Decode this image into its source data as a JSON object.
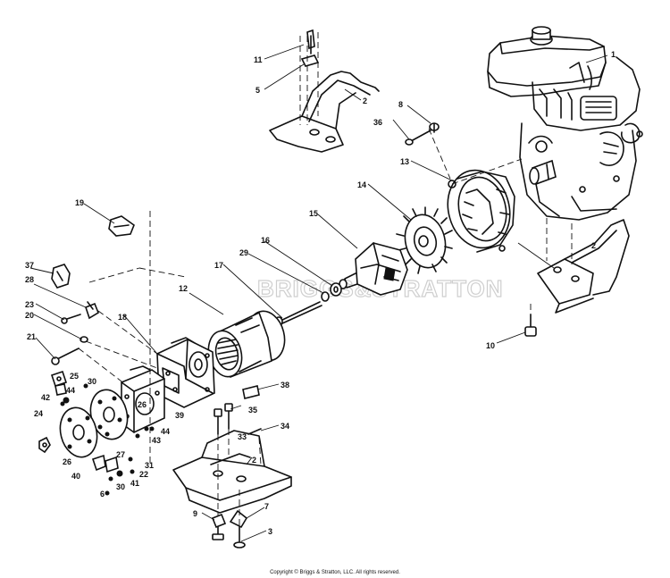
{
  "watermark": "BRIGGS&STRATTON",
  "copyright": "Copyright © Briggs & Stratton, LLC. All rights reserved.",
  "callouts": {
    "c1": "1",
    "c2a": "2",
    "c2b": "2",
    "c2c": "2",
    "c3": "3",
    "c5": "5",
    "c6": "6",
    "c7": "7",
    "c8": "8",
    "c9": "9",
    "c10": "10",
    "c11": "11",
    "c12": "12",
    "c13": "13",
    "c14": "14",
    "c15": "15",
    "c16": "16",
    "c17": "17",
    "c18": "18",
    "c19": "19",
    "c20": "20",
    "c21": "21",
    "c22": "22",
    "c23": "23",
    "c24": "24",
    "c25": "25",
    "c26a": "26",
    "c26b": "26",
    "c27": "27",
    "c28": "28",
    "c29": "29",
    "c30a": "30",
    "c30b": "30",
    "c31": "31",
    "c33": "33",
    "c34": "34",
    "c35": "35",
    "c36": "36",
    "c37": "37",
    "c38": "38",
    "c39": "39",
    "c40": "40",
    "c41": "41",
    "c42": "42",
    "c43": "43",
    "c44a": "44",
    "c44b": "44"
  }
}
